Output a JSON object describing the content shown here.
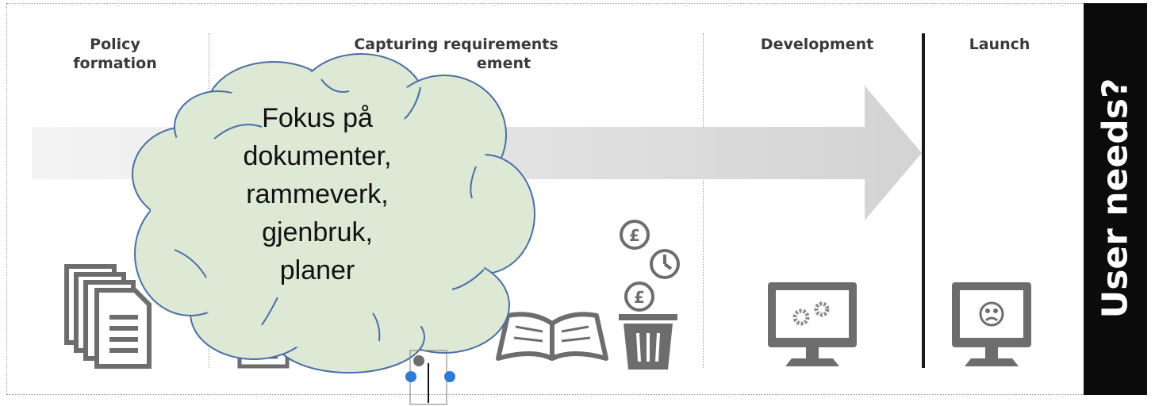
{
  "stages": [
    {
      "id": "policy",
      "label_line1": "Policy",
      "label_line2": "formation"
    },
    {
      "id": "capturing",
      "label_line1": "Capturing requirements",
      "label_line2": "ement"
    },
    {
      "id": "development",
      "label": "Development"
    },
    {
      "id": "launch",
      "label": "Launch"
    }
  ],
  "sidebar": {
    "text": "User needs?"
  },
  "cloud": {
    "lines": [
      "Fokus på",
      "dokumenter,",
      "rammeverk,",
      "gjenbruk,",
      "planer"
    ],
    "fill": "#dde8d5",
    "stroke": "#4a6fa5"
  },
  "icons": {
    "cost_coin": "£",
    "cost_coin_2": "£"
  },
  "colors": {
    "arrow": "#d9d9d9",
    "icon_gray": "#6d6d6d",
    "sidebar_bg": "#0b0b0b"
  }
}
